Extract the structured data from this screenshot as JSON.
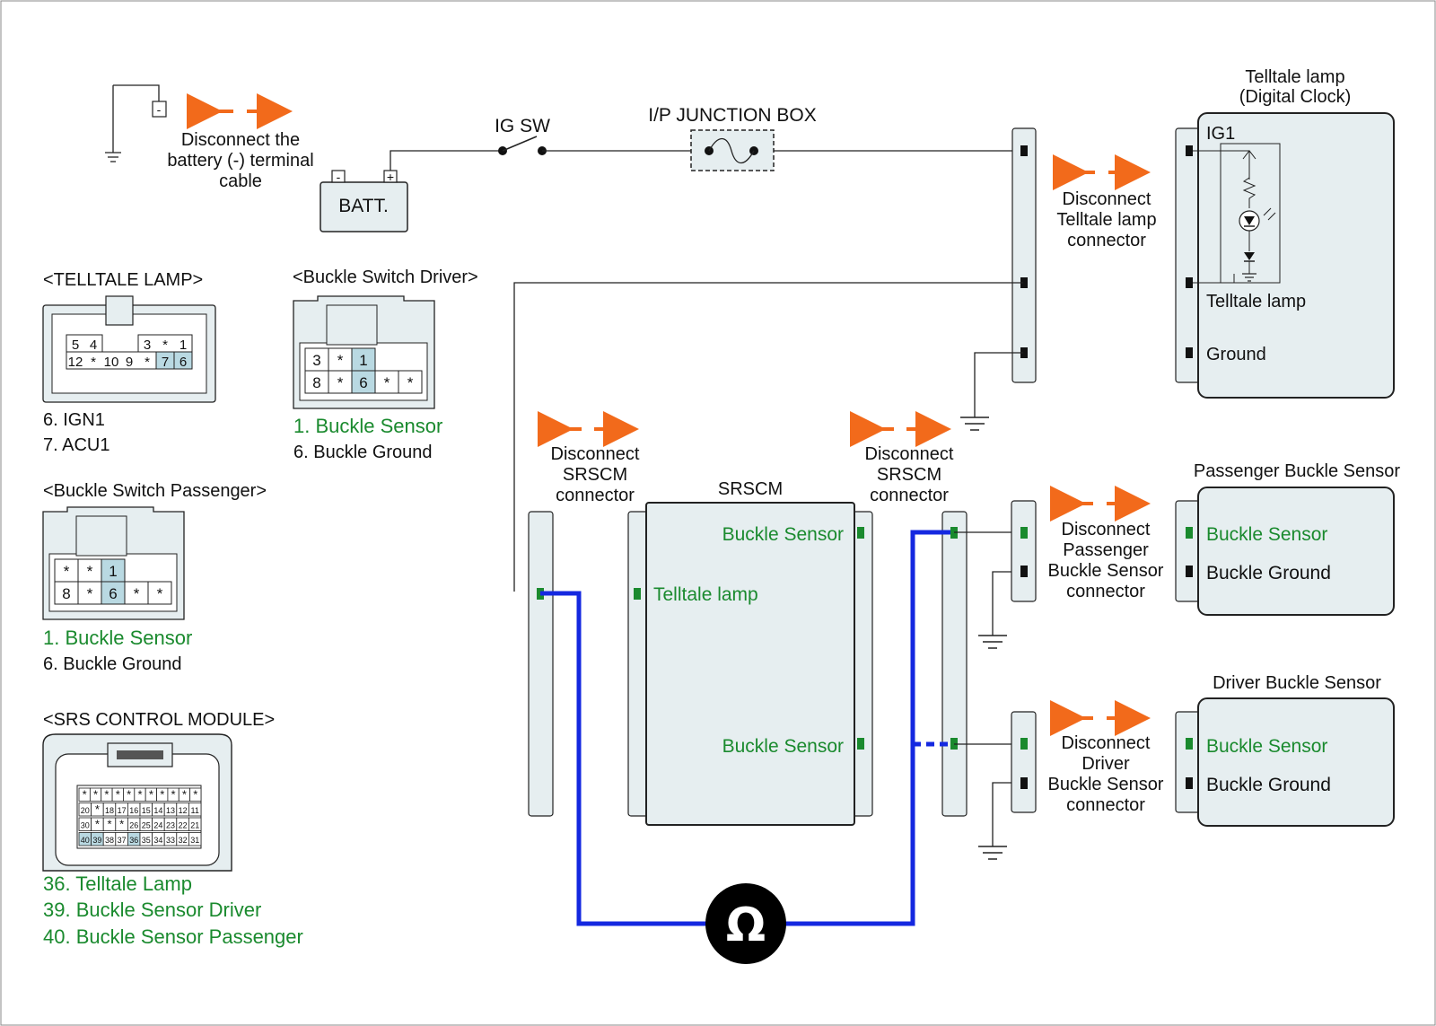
{
  "battery": {
    "disconnect_lines": [
      "Disconnect the",
      "battery (-) terminal",
      "cable"
    ],
    "neg_terminal": "-",
    "pos_terminal": "+",
    "label": "BATT."
  },
  "ig_sw": "IG SW",
  "junction_box": "I/P JUNCTION BOX",
  "telltale_lamp": {
    "title_lines": [
      "Telltale lamp",
      "(Digital Clock)"
    ],
    "pins": [
      "IG1",
      "Telltale lamp",
      "Ground"
    ],
    "disconnect_lines": [
      "Disconnect",
      "Telltale lamp",
      "connector"
    ]
  },
  "connectors": {
    "telltale": {
      "title": "<TELLTALE LAMP>",
      "row1": [
        "5",
        "4",
        "3",
        "*",
        "1"
      ],
      "row2": [
        "12",
        "*",
        "10",
        "9",
        "*",
        "7",
        "6"
      ],
      "notes": [
        "6. IGN1",
        "7. ACU1"
      ]
    },
    "buckle_driver": {
      "title": "<Buckle Switch Driver>",
      "row1": [
        "3",
        "*",
        "1"
      ],
      "row2": [
        "8",
        "*",
        "6",
        "*",
        "*"
      ],
      "notes": [
        "1. Buckle Sensor",
        "6. Buckle Ground"
      ]
    },
    "buckle_passenger": {
      "title": "<Buckle Switch Passenger>",
      "row1": [
        "*",
        "*",
        "1"
      ],
      "row2": [
        "8",
        "*",
        "6",
        "*",
        "*"
      ],
      "notes": [
        "1. Buckle Sensor",
        "6. Buckle Ground"
      ]
    },
    "srs": {
      "title": "<SRS CONTROL MODULE>",
      "row1": [
        "*",
        "*",
        "*",
        "*",
        "*",
        "*",
        "*",
        "*",
        "*",
        "*",
        "*"
      ],
      "row2": [
        "20",
        "*",
        "18",
        "17",
        "16",
        "15",
        "14",
        "13",
        "12",
        "11"
      ],
      "row3": [
        "30",
        "*",
        "*",
        "*",
        "26",
        "25",
        "24",
        "23",
        "22",
        "21"
      ],
      "row4": [
        "40",
        "39",
        "38",
        "37",
        "36",
        "35",
        "34",
        "33",
        "32",
        "31"
      ],
      "notes": [
        "36. Telltale Lamp",
        "39. Buckle Sensor Driver",
        "40. Buckle Sensor Passenger"
      ]
    }
  },
  "srscm": {
    "title": "SRSCM",
    "pins": [
      "Buckle Sensor",
      "Telltale lamp",
      "Buckle Sensor"
    ],
    "disconnect_left": [
      "Disconnect",
      "SRSCM",
      "connector"
    ],
    "disconnect_right": [
      "Disconnect",
      "SRSCM",
      "connector"
    ]
  },
  "passenger_sensor": {
    "title": "Passenger Buckle Sensor",
    "pins": [
      "Buckle Sensor",
      "Buckle Ground"
    ],
    "disconnect_lines": [
      "Disconnect",
      "Passenger",
      "Buckle Sensor",
      "connector"
    ]
  },
  "driver_sensor": {
    "title": "Driver Buckle Sensor",
    "pins": [
      "Buckle Sensor",
      "Buckle Ground"
    ],
    "disconnect_lines": [
      "Disconnect",
      "Driver",
      "Buckle Sensor",
      "connector"
    ]
  },
  "ohmmeter_symbol": "Ω",
  "colors": {
    "arrow": "#f26a1b",
    "probe_wire": "#1428e0",
    "highlight_pin": "#b9d9e2",
    "green_pin": "#1a8a2e",
    "box_fill": "#e6eef0"
  }
}
